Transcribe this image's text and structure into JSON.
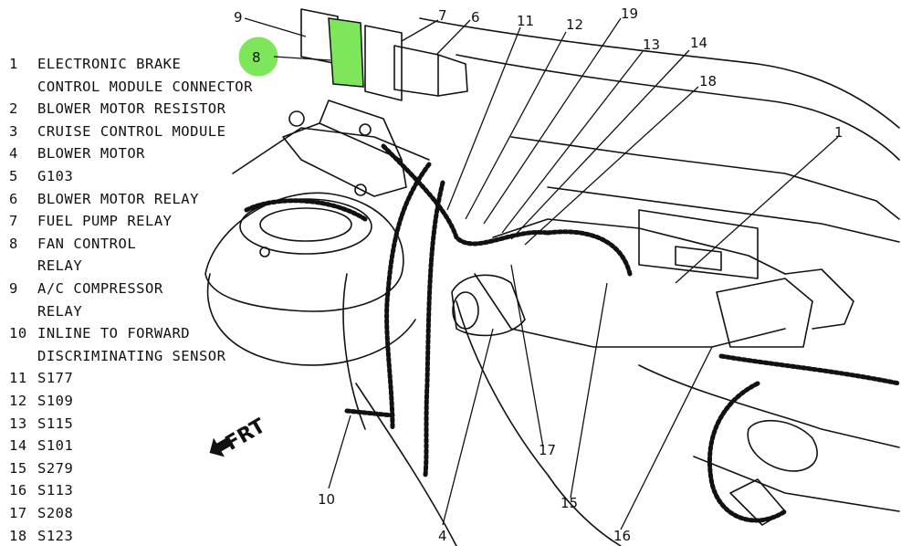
{
  "legend": [
    {
      "num": "1",
      "lines": [
        "ELECTRONIC BRAKE",
        "CONTROL MODULE CONNECTOR"
      ]
    },
    {
      "num": "2",
      "lines": [
        "BLOWER MOTOR RESISTOR"
      ]
    },
    {
      "num": "3",
      "lines": [
        "CRUISE CONTROL MODULE"
      ]
    },
    {
      "num": "4",
      "lines": [
        "BLOWER MOTOR"
      ]
    },
    {
      "num": "5",
      "lines": [
        "G103"
      ]
    },
    {
      "num": "6",
      "lines": [
        "BLOWER MOTOR RELAY"
      ]
    },
    {
      "num": "7",
      "lines": [
        "FUEL PUMP RELAY"
      ]
    },
    {
      "num": "8",
      "lines": [
        "FAN CONTROL",
        "RELAY"
      ]
    },
    {
      "num": "9",
      "lines": [
        "A/C COMPRESSOR",
        "RELAY"
      ]
    },
    {
      "num": "10",
      "lines": [
        "INLINE TO FORWARD",
        "DISCRIMINATING SENSOR"
      ]
    },
    {
      "num": "11",
      "lines": [
        "S177"
      ]
    },
    {
      "num": "12",
      "lines": [
        "S109"
      ]
    },
    {
      "num": "13",
      "lines": [
        "S115"
      ]
    },
    {
      "num": "14",
      "lines": [
        "S101"
      ]
    },
    {
      "num": "15",
      "lines": [
        "S279"
      ]
    },
    {
      "num": "16",
      "lines": [
        "S113"
      ]
    },
    {
      "num": "17",
      "lines": [
        "S208"
      ]
    },
    {
      "num": "18",
      "lines": [
        "S123"
      ]
    }
  ],
  "callouts": [
    "9",
    "7",
    "6",
    "11",
    "12",
    "19",
    "13",
    "14",
    "18",
    "1",
    "8",
    "10",
    "4",
    "17",
    "15",
    "16"
  ],
  "highlight": {
    "label": "8",
    "color": "#7ee65a"
  },
  "direction": {
    "label": "FRT"
  }
}
